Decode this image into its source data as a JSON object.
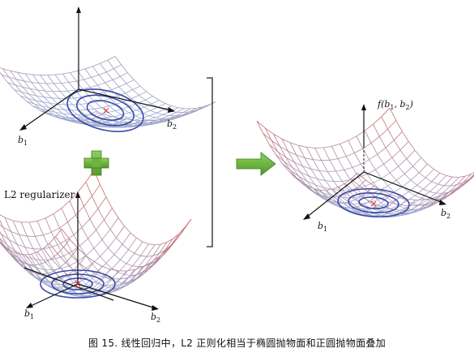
{
  "labels": {
    "b1": "b",
    "b1_sub": "1",
    "b2": "b",
    "b2_sub": "2",
    "regularizer": "L2 regularizer",
    "function_label": "f(b",
    "function_sub1": "1",
    "function_mid": ", b",
    "function_sub2": "2",
    "function_end": ")"
  },
  "caption": "图 15. 线性回归中，L2 正则化相当于椭圆抛物面和正圆抛物面叠加",
  "colors": {
    "plus_sign": "#6db33f",
    "arrow": "#6db33f",
    "minimum_marker": "#e8202a",
    "contour": "#3a4aa8",
    "mesh_low": "#9aaed8",
    "mesh_high": "#d0605a"
  },
  "symbols": {
    "minimum_marker": "×"
  }
}
